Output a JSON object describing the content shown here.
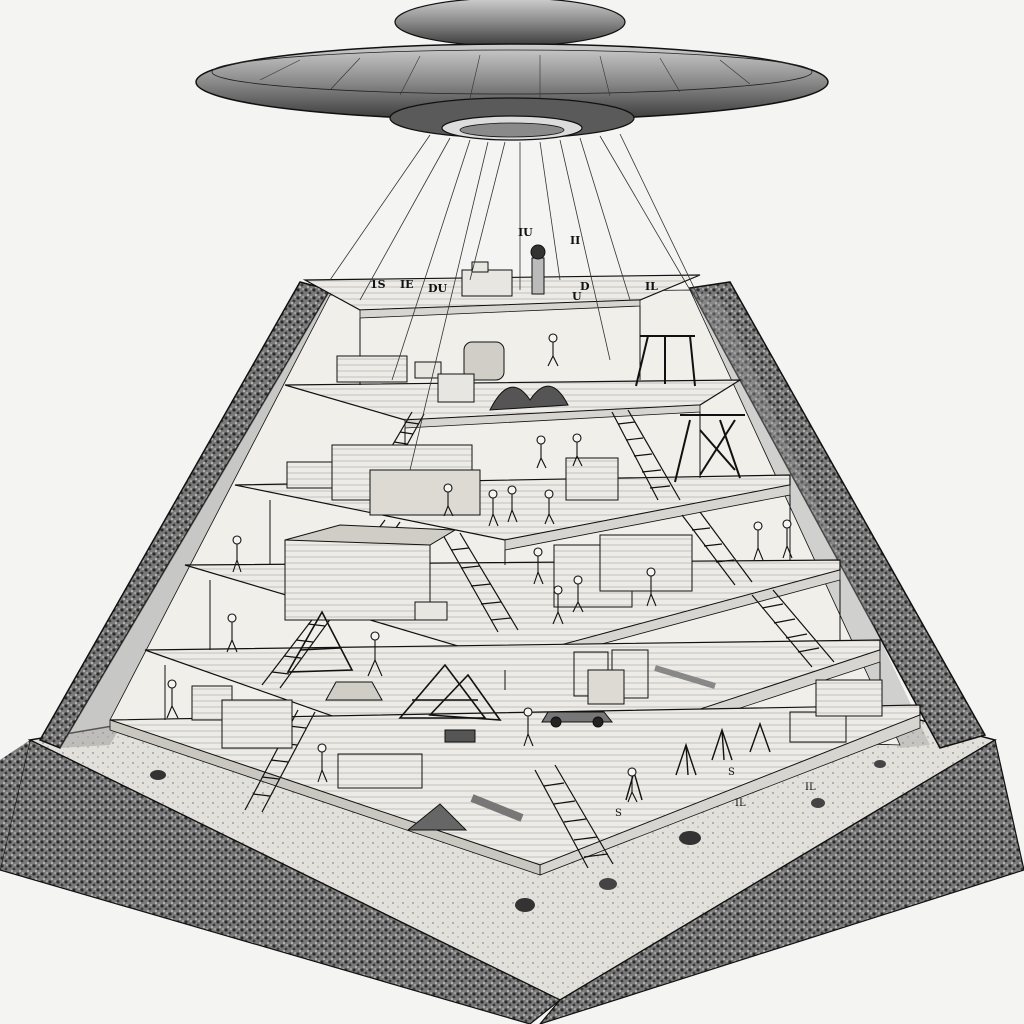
{
  "illustration": {
    "style": "pen-and-ink cross-section",
    "palette": {
      "ink": "#111111",
      "paper": "#f4f4f2",
      "stone": "#6f6f6f",
      "wood": "#e9e7e1"
    },
    "annotations": {
      "top_left": "1S",
      "top_mid_a": "IE",
      "top_mid_b": "DU",
      "top_mid_c": "U",
      "top_right": "D",
      "top_far": "IL",
      "above_a": "IU",
      "above_b": "II",
      "ground_a": "S",
      "ground_b": "IL",
      "ground_c": "IL",
      "ground_d": "S"
    }
  }
}
